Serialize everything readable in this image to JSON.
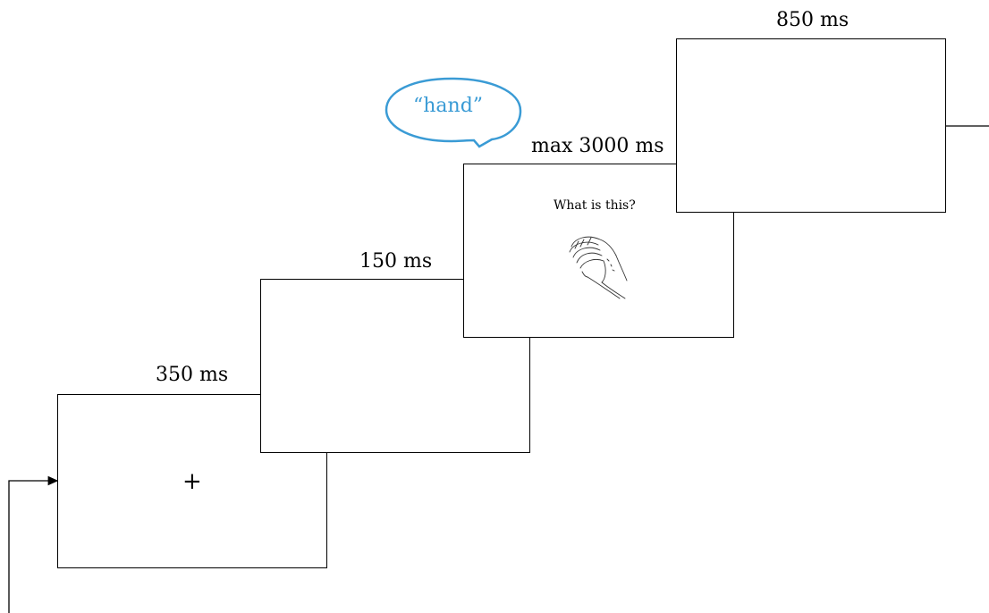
{
  "durations": {
    "fixation": "350 ms",
    "blank": "150 ms",
    "stimulus": "max 3000 ms",
    "post": "850 ms"
  },
  "fixation_symbol": "+",
  "stimulus_prompt": "What is this?",
  "stimulus_image_icon": "hand-drawing",
  "response": "“hand”",
  "colors": {
    "speech_bubble": "#3a9bd5",
    "lines": "#000000"
  }
}
